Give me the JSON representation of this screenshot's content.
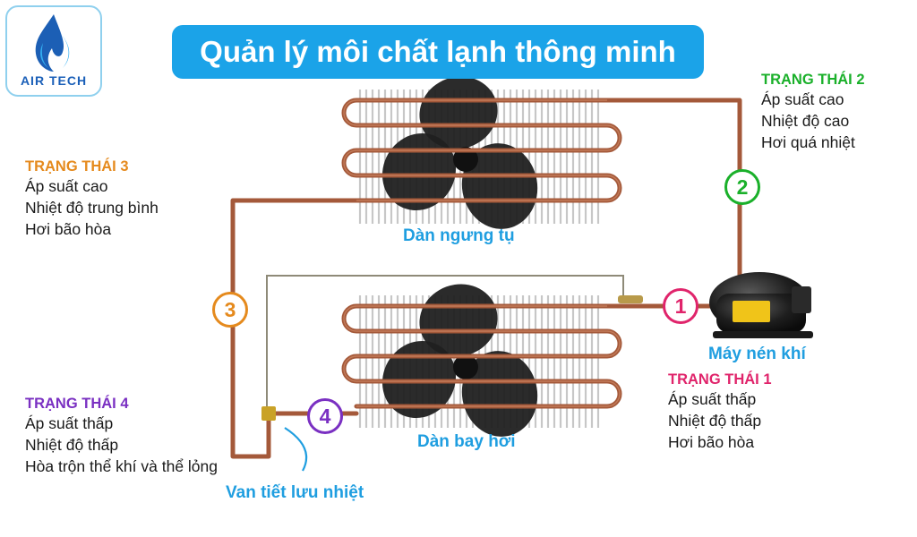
{
  "title": "Quản lý môi chất lạnh thông minh",
  "logo": {
    "text": "AIR TECH",
    "icon": "drop-flame-icon"
  },
  "colors": {
    "title_bg": "#1ba3e8",
    "pipe": "#a4593a",
    "fin": "#c7c7c7",
    "fan": "#202020",
    "state1": "#e0246b",
    "state2": "#1ab02a",
    "state3": "#e58a1d",
    "state4": "#7a30c2",
    "label_blue": "#1f9ee0"
  },
  "components": {
    "condenser": "Dàn ngưng tụ",
    "evaporator": "Dàn bay hơi",
    "compressor": "Máy nén khí",
    "valve": "Van tiết lưu nhiệt"
  },
  "states": [
    {
      "id": "state1",
      "number": "1",
      "title": "TRẠNG THÁI 1",
      "lines": [
        "Áp suất thấp",
        "Nhiệt độ thấp",
        "Hơi bão hòa"
      ]
    },
    {
      "id": "state2",
      "number": "2",
      "title": "TRẠNG THÁI 2",
      "lines": [
        "Áp suất cao",
        "Nhiệt độ cao",
        "Hơi quá nhiệt"
      ]
    },
    {
      "id": "state3",
      "number": "3",
      "title": "TRẠNG THÁI 3",
      "lines": [
        "Áp suất cao",
        "Nhiệt độ trung bình",
        "Hơi bão hòa"
      ]
    },
    {
      "id": "state4",
      "number": "4",
      "title": "TRẠNG THÁI 4",
      "lines": [
        "Áp suất thấp",
        "Nhiệt độ thấp",
        "Hòa trộn thể khí và thể lỏng"
      ]
    }
  ]
}
